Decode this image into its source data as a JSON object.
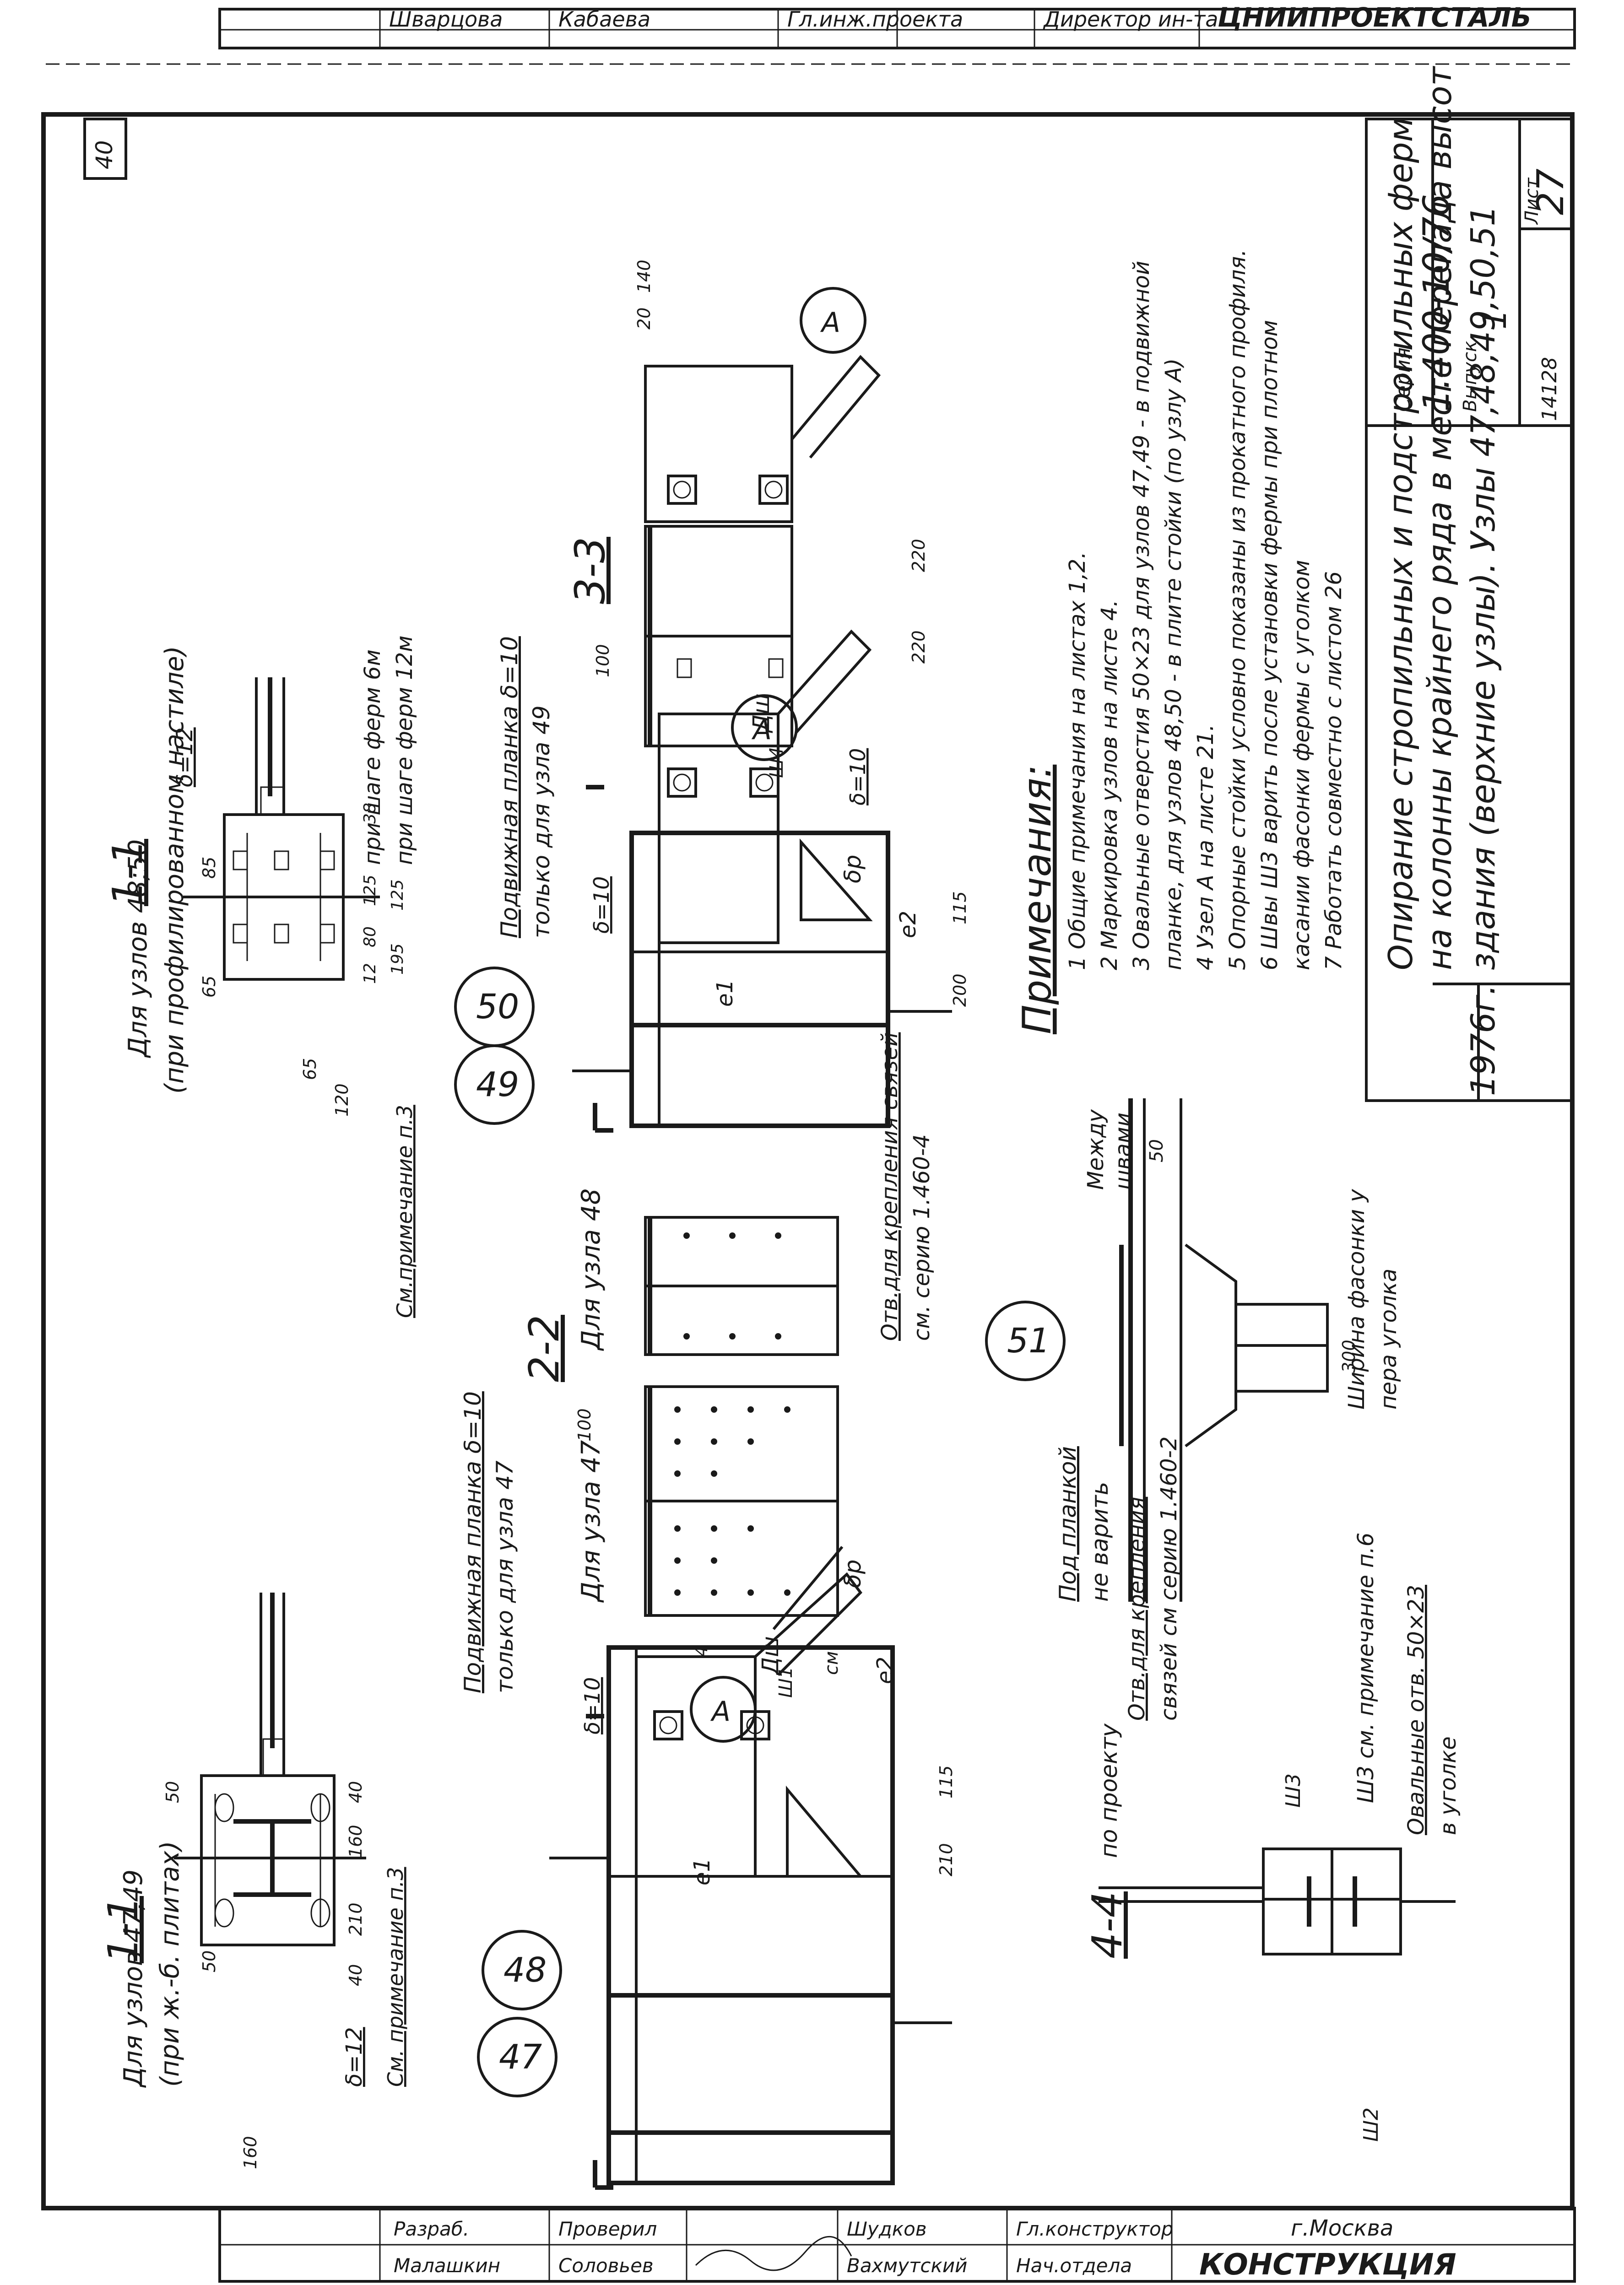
{
  "title_block": {
    "code": "ТД",
    "year": "1976г.",
    "title_line1": "Опирание стропильных и подстропильных ферм",
    "title_line2": "на колонны крайнего ряда в месте перепада высот",
    "title_line3": "здания (верхние узлы). Узлы 47,48,49,50,51",
    "series_label": "Серия",
    "series": "1.400-10/76",
    "issue_label": "Выпуск",
    "issue": "1",
    "sheet_label": "Лист",
    "sheet": "27",
    "archive": "14128",
    "page_corner": "40"
  },
  "org": {
    "city": "г.Москва",
    "name": "КОНСТРУКЦИЯ"
  },
  "staff": {
    "rows": [
      {
        "role": "Нач.отдела",
        "name": "Гл.конструктор"
      },
      {
        "role": "Шудков",
        "name": "Вахмутский"
      },
      {
        "role": "Проверил",
        "name": "Соловьев"
      },
      {
        "role": "Разраб.",
        "name": "Малашкин"
      }
    ],
    "top_row": [
      "Директор ин-та",
      "Гл.инж.проекта",
      "Кабаева",
      "Шварцова"
    ],
    "top_title": "ЦНИИПРОЕКТСТАЛЬ"
  },
  "notes": {
    "heading": "Примечания:",
    "items": [
      "1  Общие примечания на листах 1,2.",
      "2  Маркировка узлов на листе 4.",
      "3  Овальные отверстия 50×23 для узлов 47,49 - в подвижной",
      "    планке, для узлов 48,50 - в плите стойки (по узлу А)",
      "4  Узел А на листе 21.",
      "5  Опорные стойки условно показаны из прокатного профиля.",
      "6  Швы Ш3 варить после установки фермы при плотном",
      "    касании фасонки фермы с уголком",
      "7  Работать совместно с листом 26"
    ]
  },
  "nodes": {
    "n47": "47",
    "n48": "48",
    "n49": "49",
    "n50": "50",
    "n51": "51",
    "detail_a": "А"
  },
  "sections": {
    "s11_left_title": "1-1",
    "s11_left_sub1": "Для узлов 47,49",
    "s11_left_sub2": "(при ж.-б. плитах)",
    "s11_right_title": "1-1",
    "s11_right_sub1": "Для узлов 48;50",
    "s11_right_sub2": "(при профилированном настиле)",
    "s22_title": "2-2",
    "s22_for47": "Для узла 47",
    "s22_for48": "Для узла 48",
    "s33_title": "3-3",
    "s44_title": "4-4",
    "s44_note": "по проекту"
  },
  "labels": {
    "see_note3_a": "См. примечание п.3",
    "see_note3_b": "См.примечание п.3",
    "movable_plate_47": "Подвижная планка δ=10",
    "movable_plate_47b": "только для узла 47",
    "movable_plate_49": "Подвижная планка δ=10",
    "movable_plate_49b": "только для узла 49",
    "holes_47a": "Отв.для крепления",
    "holes_47b": "связей см серию 1.460-2",
    "holes_48a": "Отв.для крепления связей",
    "holes_48b": "см. серию 1.460-4",
    "no_weld_a": "Под планкой",
    "no_weld_b": "не варить",
    "sh3_note": "Ш3 см. примечание п.6",
    "oval_a": "Овальные отв. 50×23",
    "oval_b": "в уголке",
    "between_a": "Между",
    "between_b": "швами",
    "width_a": "Ширина фасонки у",
    "width_b": "пера уголка",
    "step6": "при шаге ферм 6м",
    "step12": "при шаге ферм 12м",
    "delta10_a": "δ=10",
    "delta10_b": "δ=10",
    "delta10_c": "δ=10",
    "delta12_a": "δ=12",
    "delta12_b": "δ=12",
    "dsh_a": "Дш",
    "dsh_b": "Дш",
    "dr_a": "δр",
    "dr_b": "δр"
  },
  "dims": {
    "d210": "210",
    "d115": "115",
    "d160": "160",
    "d40": "40",
    "d50": "50",
    "d65": "65",
    "d85": "85",
    "d80": "80",
    "d125": "125",
    "d195": "195",
    "d12": "12",
    "d38": "38",
    "d200": "200",
    "d220a": "220",
    "d220b": "220",
    "d300": "300",
    "d100": "100",
    "d20": "20",
    "d140": "140",
    "d4": "4",
    "d120": "120",
    "d160b": "160",
    "e1": "e1",
    "e2": "e2",
    "sh2": "Ш2",
    "sh1": "Ш1",
    "sh4": "Ш4",
    "sh3": "Ш3",
    "sm": "см",
    "sp": "50"
  }
}
